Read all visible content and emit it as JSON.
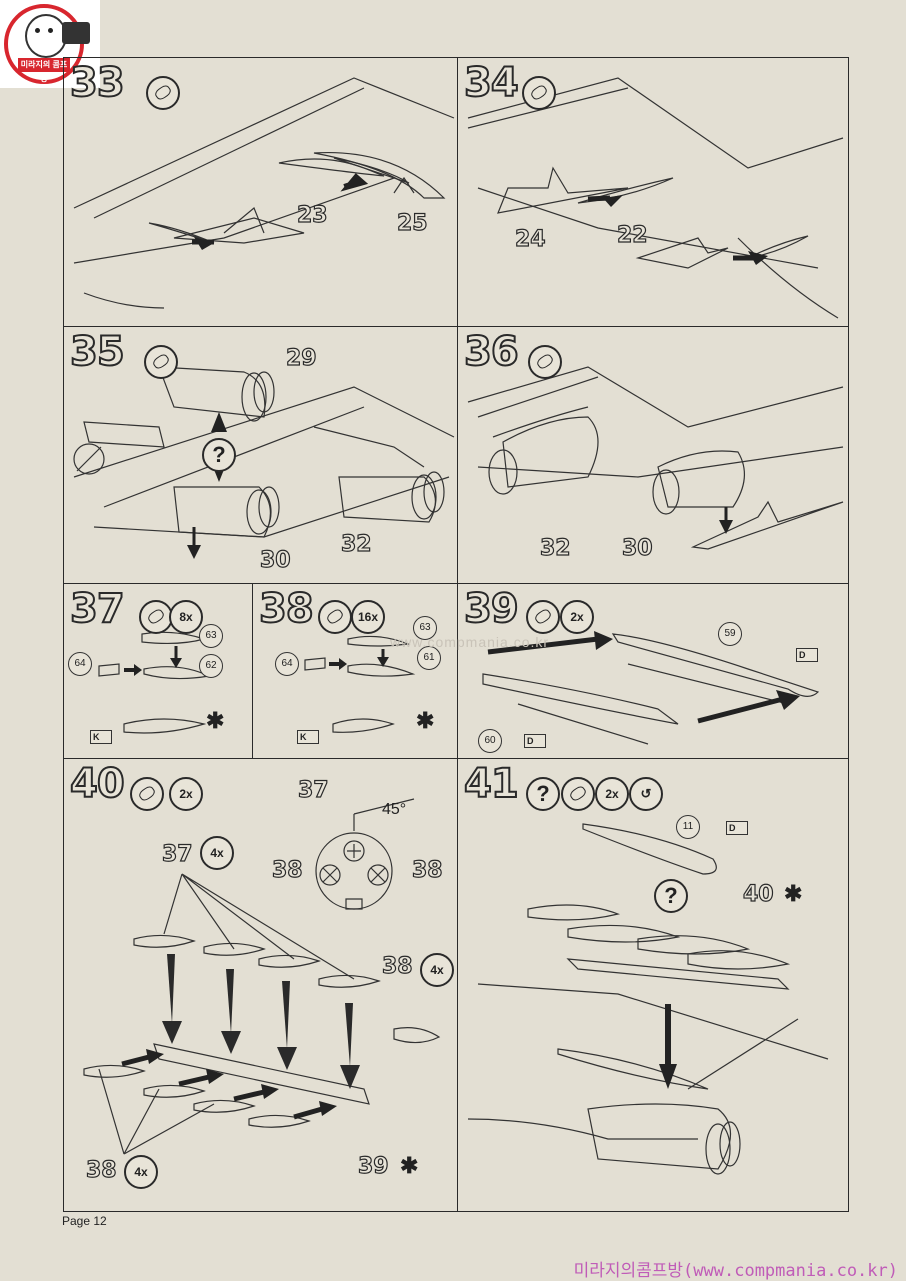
{
  "page": {
    "label": "Page 12",
    "footer": "미라지의콤프방(www.compmania.co.kr)",
    "watermark": "www.compmania.co.kr"
  },
  "logo": {
    "ribbon_text": "미라지의 콤프방"
  },
  "steps": [
    {
      "number": "33",
      "parts": [
        "23",
        "25"
      ]
    },
    {
      "number": "34",
      "parts": [
        "24",
        "22"
      ]
    },
    {
      "number": "35",
      "parts": [
        "29",
        "30",
        "32"
      ]
    },
    {
      "number": "36",
      "parts": [
        "32",
        "30"
      ]
    },
    {
      "number": "37",
      "qty": "8x",
      "parts": [
        "63",
        "64",
        "62"
      ],
      "decal": "K"
    },
    {
      "number": "38",
      "qty": "16x",
      "parts": [
        "63",
        "64",
        "61"
      ],
      "decal": "K"
    },
    {
      "number": "39",
      "qty": "2x",
      "parts": [
        "59",
        "60"
      ],
      "decal": "D"
    },
    {
      "number": "40",
      "qty": "2x",
      "parts": [
        "37",
        "38",
        "38",
        "37",
        "38",
        "38",
        "39"
      ],
      "part_qty": "4x",
      "angle": "45°",
      "asterisk": "✱"
    },
    {
      "number": "41",
      "qty": "2x",
      "parts": [
        "11",
        "40"
      ],
      "decal": "D",
      "asterisk": "✱",
      "question": "?"
    }
  ],
  "icons": {
    "glue": "glue-tube-icon",
    "question": "question-icon",
    "no": "prohibited-icon",
    "paint": "paint-icon"
  }
}
